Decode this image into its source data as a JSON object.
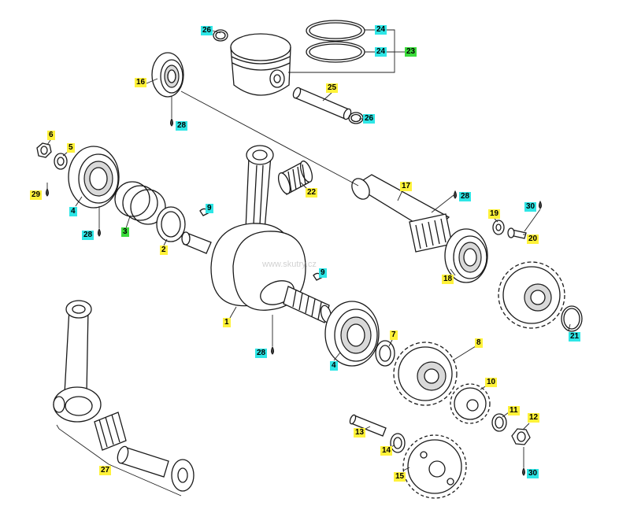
{
  "colors": {
    "yellow": "#fff23a",
    "cyan": "#2ee6e6",
    "green": "#3bdc3b",
    "none": "transparent"
  },
  "watermark": "www.skutry.cz",
  "labels": [
    {
      "id": "l1",
      "text": "1",
      "hl": "yellow"
    },
    {
      "id": "l2",
      "text": "2",
      "hl": "yellow"
    },
    {
      "id": "l3",
      "text": "3",
      "hl": "green"
    },
    {
      "id": "l4a",
      "text": "4",
      "hl": "cyan"
    },
    {
      "id": "l4b",
      "text": "4",
      "hl": "cyan"
    },
    {
      "id": "l5",
      "text": "5",
      "hl": "yellow"
    },
    {
      "id": "l6",
      "text": "6",
      "hl": "yellow"
    },
    {
      "id": "l7",
      "text": "7",
      "hl": "yellow"
    },
    {
      "id": "l8",
      "text": "8",
      "hl": "yellow"
    },
    {
      "id": "l9a",
      "text": "9",
      "hl": "cyan"
    },
    {
      "id": "l9b",
      "text": "9",
      "hl": "cyan"
    },
    {
      "id": "l10",
      "text": "10",
      "hl": "yellow"
    },
    {
      "id": "l11",
      "text": "11",
      "hl": "yellow"
    },
    {
      "id": "l12",
      "text": "12",
      "hl": "yellow"
    },
    {
      "id": "l13",
      "text": "13",
      "hl": "yellow"
    },
    {
      "id": "l14",
      "text": "14",
      "hl": "yellow"
    },
    {
      "id": "l15",
      "text": "15",
      "hl": "yellow"
    },
    {
      "id": "l16",
      "text": "16",
      "hl": "yellow"
    },
    {
      "id": "l17",
      "text": "17",
      "hl": "yellow"
    },
    {
      "id": "l18",
      "text": "18",
      "hl": "yellow"
    },
    {
      "id": "l19",
      "text": "19",
      "hl": "yellow"
    },
    {
      "id": "l20",
      "text": "20",
      "hl": "yellow"
    },
    {
      "id": "l21",
      "text": "21",
      "hl": "cyan"
    },
    {
      "id": "l22",
      "text": "22",
      "hl": "yellow"
    },
    {
      "id": "l23",
      "text": "23",
      "hl": "green"
    },
    {
      "id": "l24a",
      "text": "24",
      "hl": "cyan"
    },
    {
      "id": "l24b",
      "text": "24",
      "hl": "cyan"
    },
    {
      "id": "l25",
      "text": "25",
      "hl": "yellow"
    },
    {
      "id": "l26a",
      "text": "26",
      "hl": "cyan"
    },
    {
      "id": "l26b",
      "text": "26",
      "hl": "cyan"
    },
    {
      "id": "l27",
      "text": "27",
      "hl": "yellow"
    },
    {
      "id": "l28a",
      "text": "28",
      "hl": "cyan"
    },
    {
      "id": "l28b",
      "text": "28",
      "hl": "cyan"
    },
    {
      "id": "l28c",
      "text": "28",
      "hl": "cyan"
    },
    {
      "id": "l28d",
      "text": "28",
      "hl": "cyan"
    },
    {
      "id": "l29",
      "text": "29",
      "hl": "yellow"
    },
    {
      "id": "l30a",
      "text": "30",
      "hl": "cyan"
    },
    {
      "id": "l30b",
      "text": "30",
      "hl": "cyan"
    }
  ]
}
